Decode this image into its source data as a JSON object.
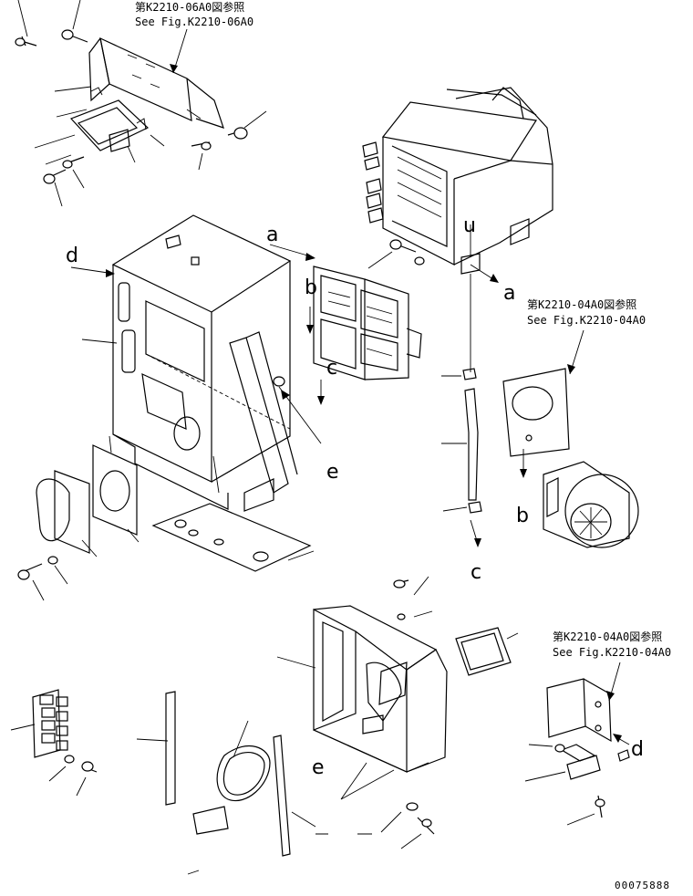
{
  "references": [
    {
      "jp": "第K2210-06A0図参照",
      "en": "See Fig.K2210-06A0"
    },
    {
      "jp": "第K2210-04A0図参照",
      "en": "See Fig.K2210-04A0"
    },
    {
      "jp": "第K2210-04A0図参照",
      "en": "See Fig.K2210-04A0"
    }
  ],
  "connection_letters": {
    "a": "a",
    "b": "b",
    "c": "c",
    "d": "d",
    "e": "e"
  },
  "document_number": "00075888"
}
